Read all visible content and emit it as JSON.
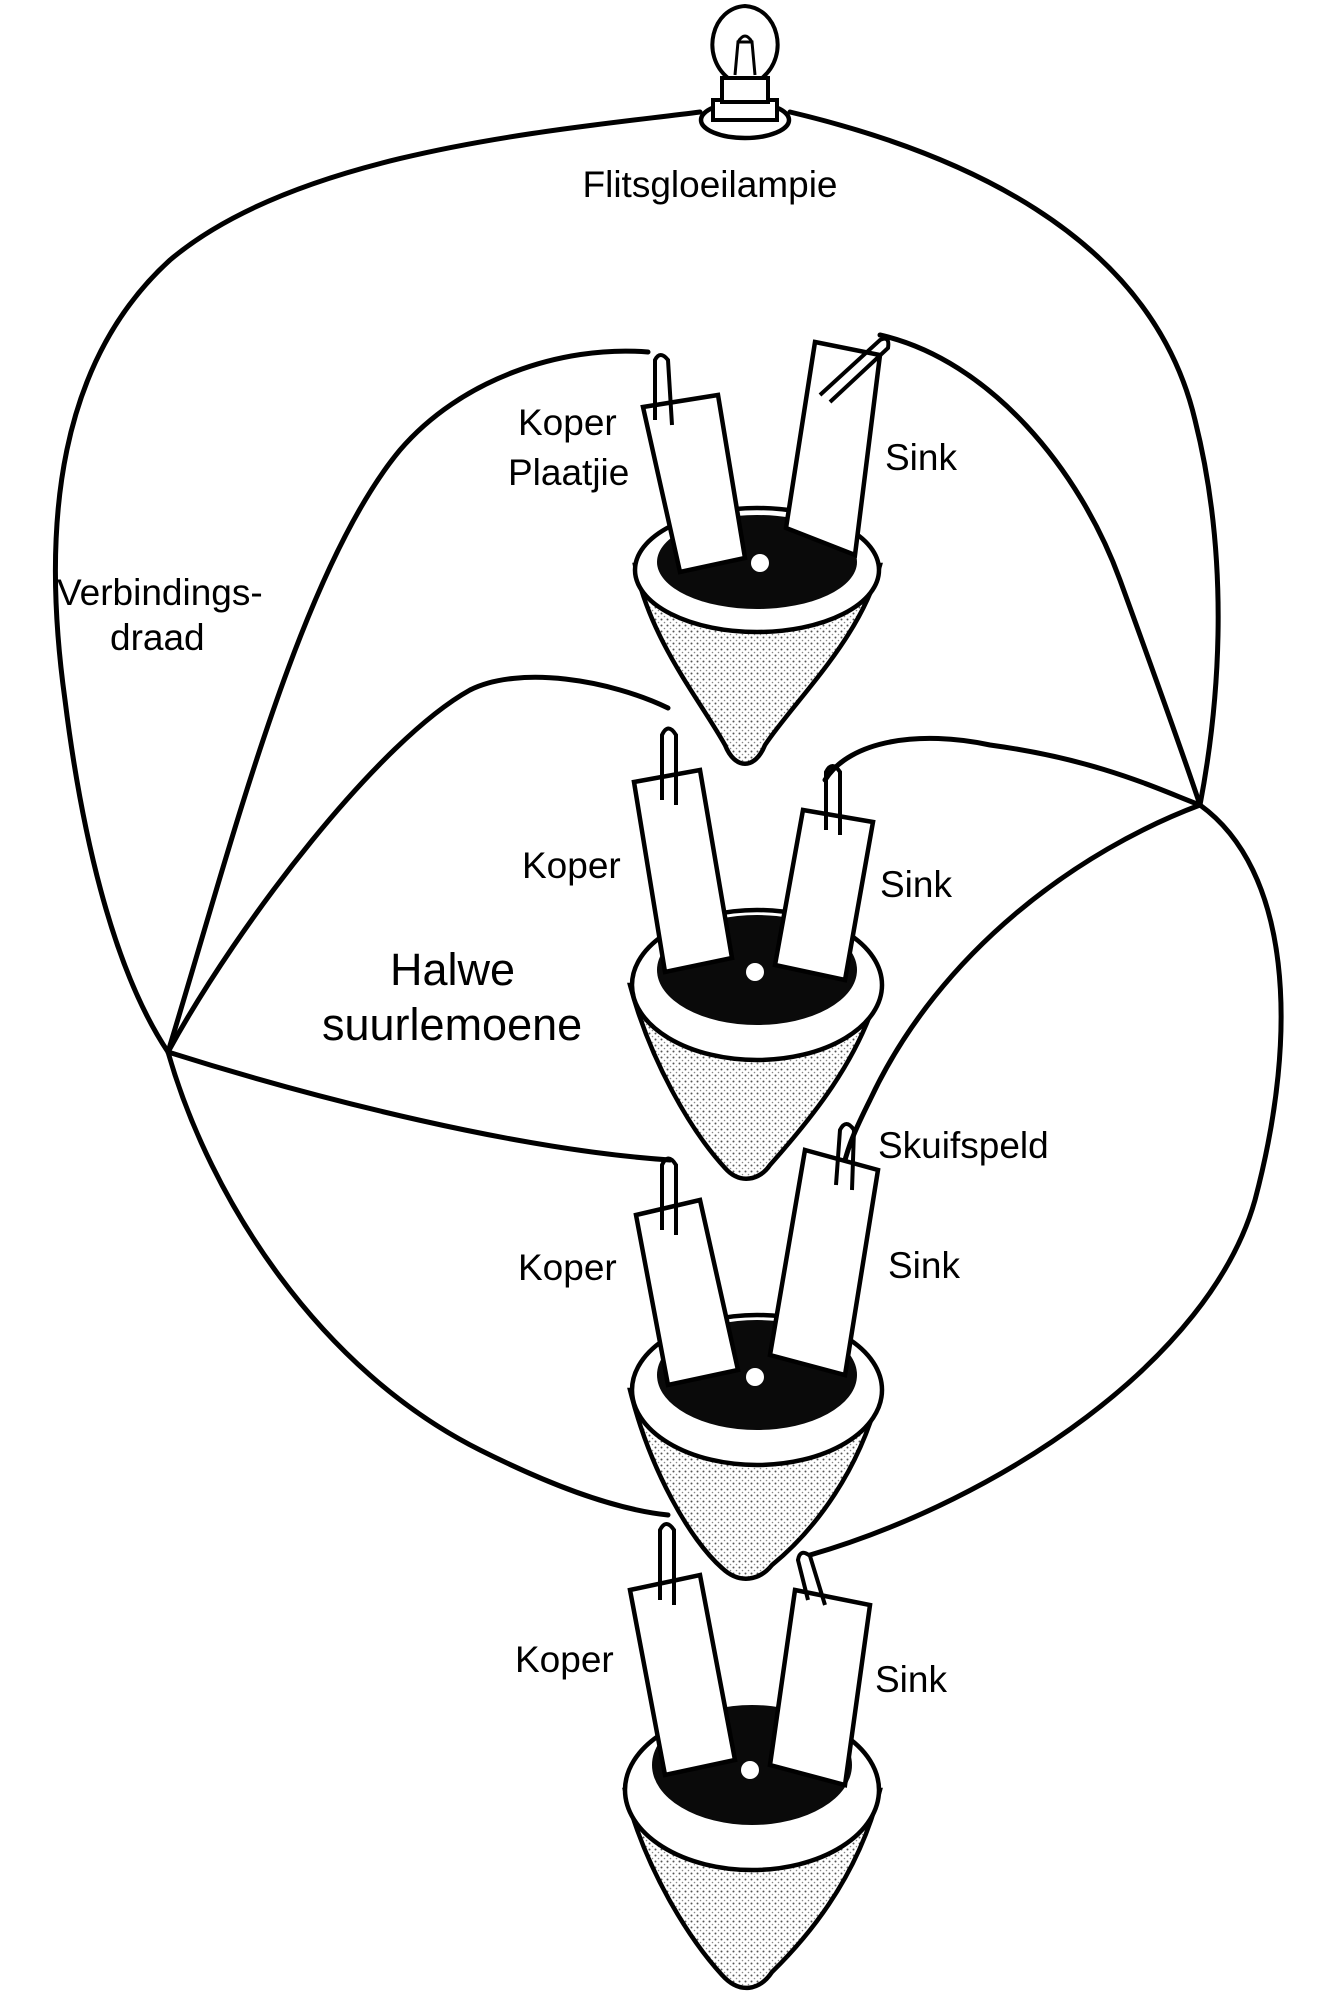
{
  "labels": {
    "bulb": "Flitsgloeilampie",
    "wire_line1": "Verbindings-",
    "wire_line2": "draad",
    "copper": "Koper",
    "plate": "Plaatjie",
    "zinc": "Sink",
    "lemon_line1": "Halwe",
    "lemon_line2": "suurlemoene",
    "clip": "Skuifspeld"
  }
}
